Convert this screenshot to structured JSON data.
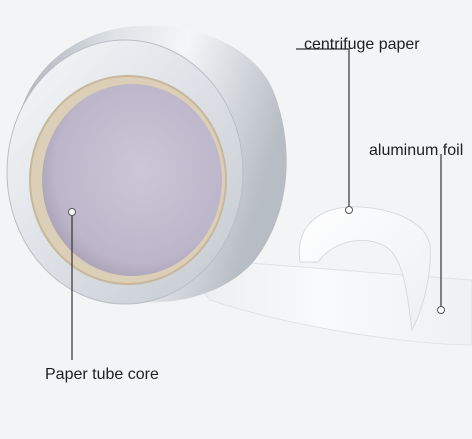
{
  "labels": {
    "centrifuge_paper": "centrifuge paper",
    "aluminum_foil": "aluminum foil",
    "paper_tube_core": "Paper tube core"
  },
  "colors": {
    "background": "#f3f4f6",
    "foil_light": "#eef1f4",
    "foil_mid": "#c7ccd2",
    "foil_dark": "#9aa1a9",
    "core_inside": "#c9c2d3",
    "core_edge": "#d9cbb4",
    "tape_strip": "#f6f7f9",
    "leader_line": "#333333"
  }
}
